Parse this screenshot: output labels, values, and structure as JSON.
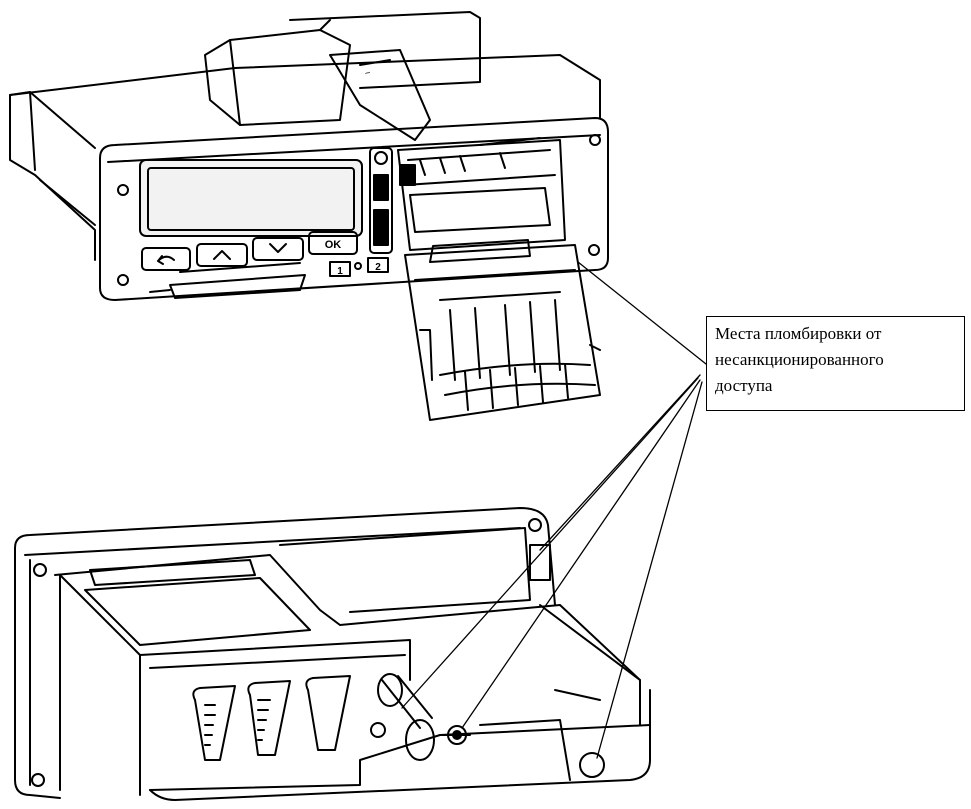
{
  "callout": {
    "lines": [
      "Места пломбировки от",
      "несанкционированного",
      "доступа"
    ]
  },
  "device_top": {
    "buttons": [
      {
        "name": "back",
        "icon": "back-arrow-icon",
        "label": ""
      },
      {
        "name": "up",
        "icon": "chevron-up-icon",
        "label": ""
      },
      {
        "name": "down",
        "icon": "chevron-down-icon",
        "label": ""
      },
      {
        "name": "ok",
        "icon": "",
        "label": "OK"
      }
    ],
    "slot_labels": [
      "1",
      "2"
    ]
  },
  "colors": {
    "line": "#000000",
    "background": "#ffffff",
    "screen": "#f2f2f2"
  }
}
